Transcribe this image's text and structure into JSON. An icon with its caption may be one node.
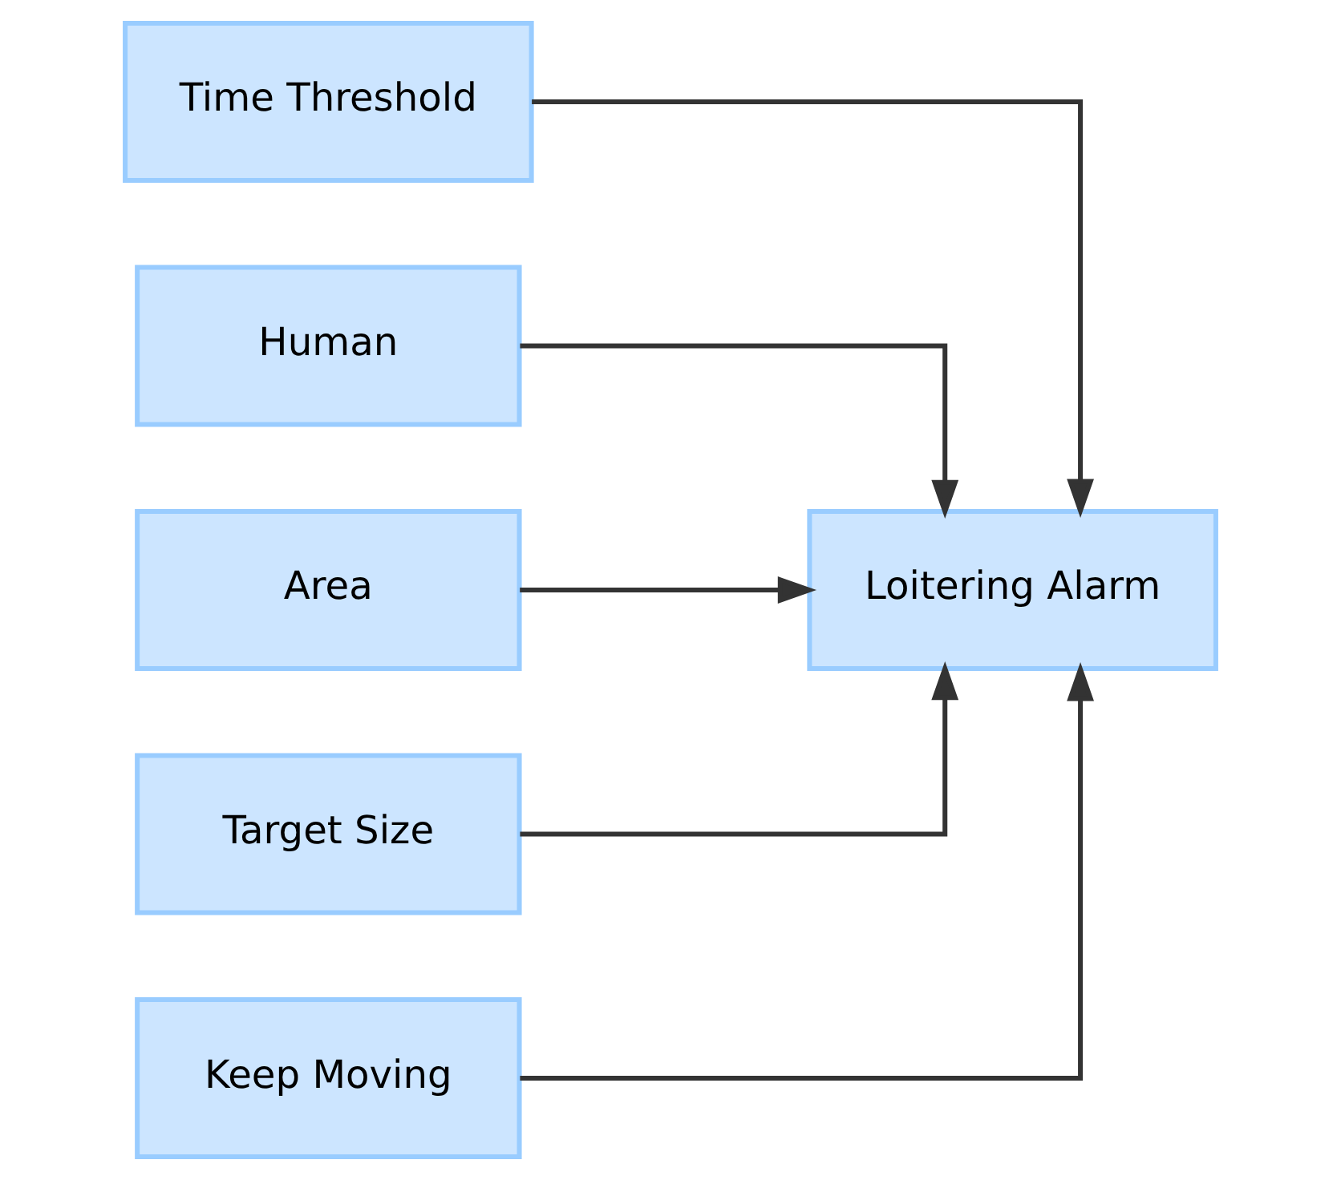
{
  "diagram": {
    "nodes": [
      {
        "text": [
          "Time Threshold"
        ]
      },
      {
        "text": [
          "Human"
        ]
      },
      {
        "text": [
          "Area"
        ]
      },
      {
        "text": [
          "Target Size"
        ]
      },
      {
        "text": [
          "Keep Moving"
        ]
      },
      {
        "text": [
          "Loitering Alarm"
        ]
      }
    ],
    "edges": [
      {
        "from": 0,
        "to": 5,
        "arrow": "to"
      },
      {
        "from": 1,
        "to": 5,
        "arrow": "to"
      },
      {
        "from": 2,
        "to": 5,
        "arrow": "to"
      },
      {
        "from": 3,
        "to": 5,
        "arrow": "to"
      },
      {
        "from": 4,
        "to": 5,
        "arrow": "to"
      }
    ]
  }
}
